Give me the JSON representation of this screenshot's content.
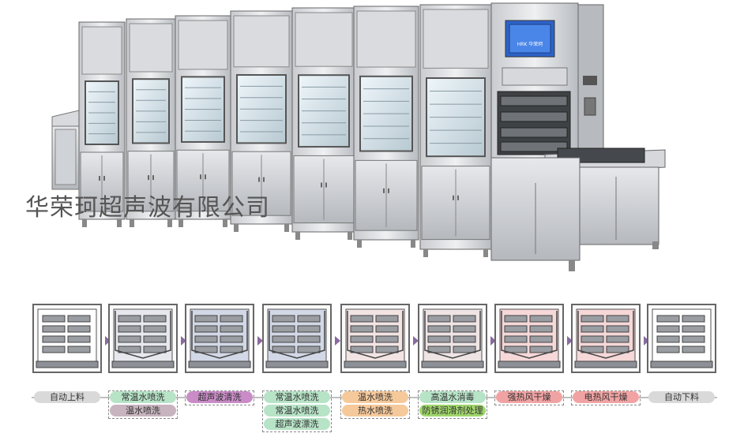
{
  "watermark": "华荣珂超声波有限公司",
  "controller_screen": {
    "label": "HRK 华荣珂"
  },
  "process": {
    "steps": [
      {
        "labels": [
          "自动上料"
        ],
        "colors": [
          "#d9d9d9"
        ]
      },
      {
        "labels": [
          "常温水喷洗",
          "温水喷洗"
        ],
        "colors": [
          "#b7e3c7",
          "#c7b4bf"
        ]
      },
      {
        "labels": [
          "超声波清洗"
        ],
        "colors": [
          "#c98cc7"
        ]
      },
      {
        "labels": [
          "常温水喷洗",
          "常温水喷洗",
          "超声波漂洗"
        ],
        "colors": [
          "#b7e3c7",
          "#b7e3c7",
          "#b7e3c7"
        ]
      },
      {
        "labels": [
          "温水喷洗",
          "热水喷洗"
        ],
        "colors": [
          "#f6c99b",
          "#f6c99b"
        ]
      },
      {
        "labels": [
          "高温水消毒",
          "防锈润滑剂处理"
        ],
        "colors": [
          "#b7e3c7",
          "#9fd56b"
        ]
      },
      {
        "labels": [
          "强热风干燥"
        ],
        "colors": [
          "#f1a3a3"
        ]
      },
      {
        "labels": [
          "电热风干燥"
        ],
        "colors": [
          "#f1a3a3"
        ]
      },
      {
        "labels": [
          "自动下料"
        ],
        "colors": [
          "#d9d9d9"
        ]
      }
    ]
  }
}
